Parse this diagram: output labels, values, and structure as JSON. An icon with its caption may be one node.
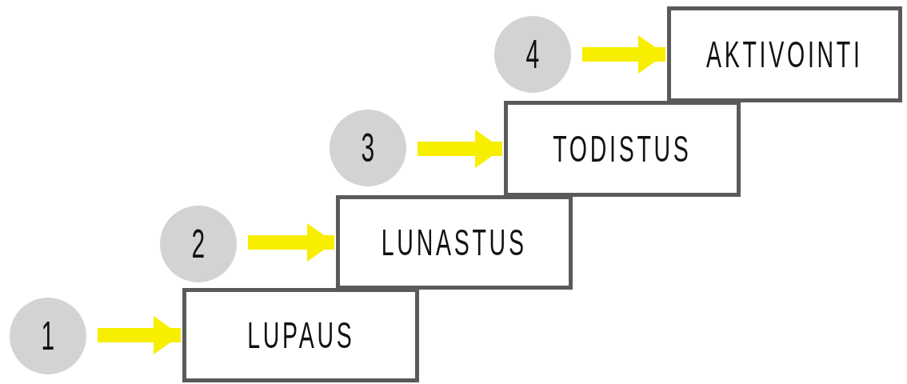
{
  "diagram": {
    "nodes": [
      {
        "text": [
          "1"
        ]
      },
      {
        "text": [
          "LUPAUS"
        ]
      },
      {
        "text": [
          "2"
        ]
      },
      {
        "text": [
          "LUNASTUS"
        ]
      },
      {
        "text": [
          "3"
        ]
      },
      {
        "text": [
          "TODISTUS"
        ]
      },
      {
        "text": [
          "4"
        ]
      },
      {
        "text": [
          "AKTIVOINTI"
        ]
      }
    ],
    "edges": [
      {
        "from": 0,
        "to": 1,
        "arrow": "to"
      },
      {
        "from": 2,
        "to": 3,
        "arrow": "to"
      },
      {
        "from": 4,
        "to": 5,
        "arrow": "to"
      },
      {
        "from": 6,
        "to": 7,
        "arrow": "to"
      }
    ]
  }
}
